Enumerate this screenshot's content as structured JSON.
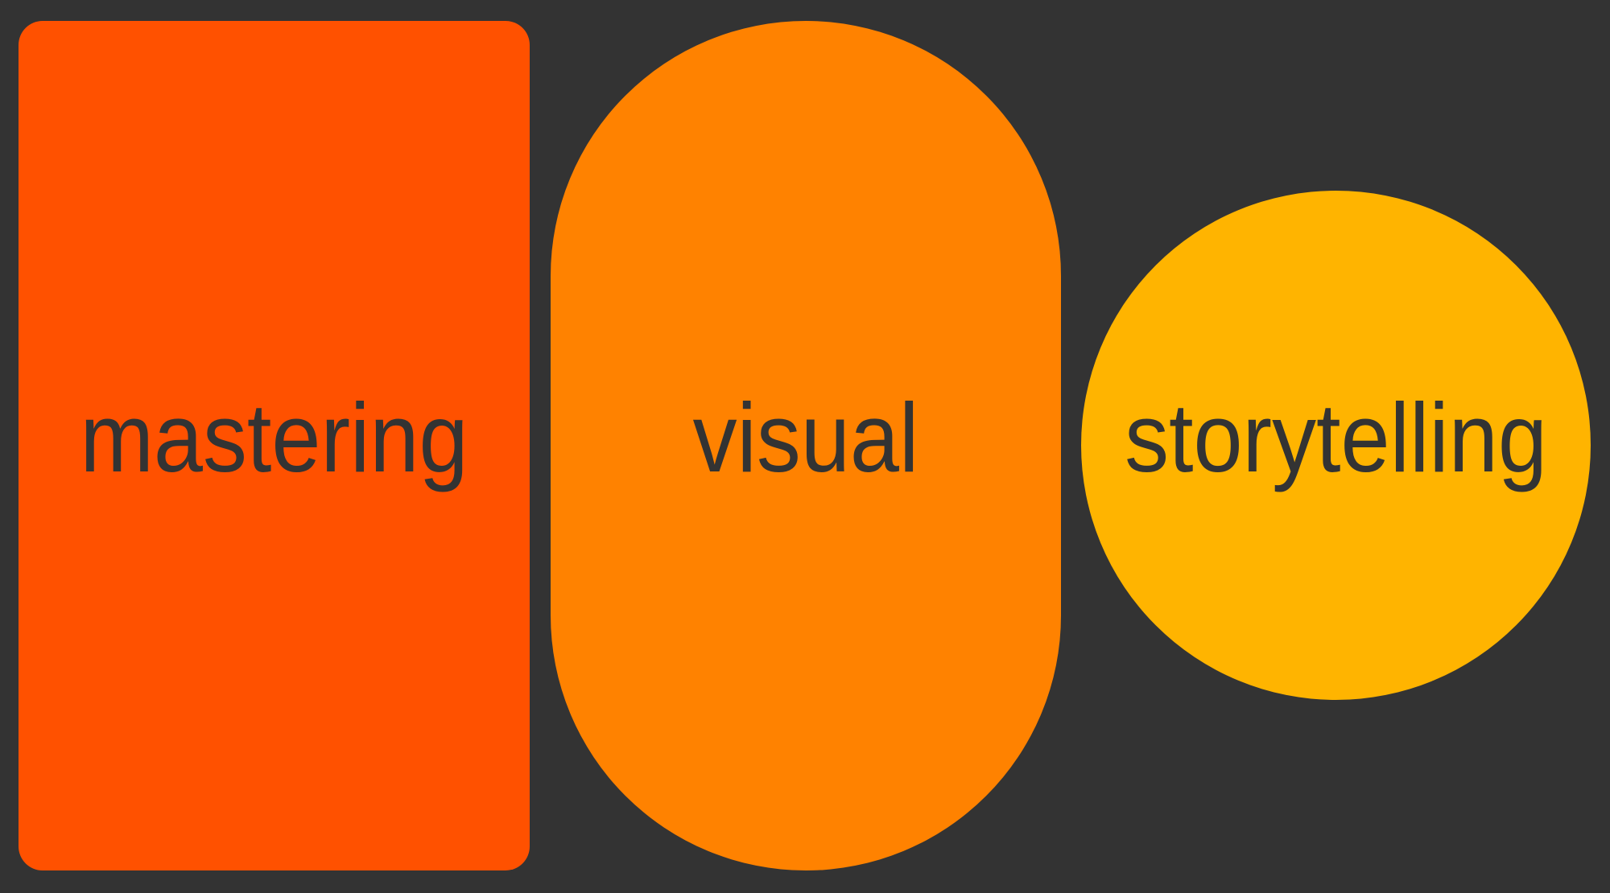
{
  "background_color": "#333333",
  "text_color": "#333333",
  "shapes": [
    {
      "type": "rounded-rectangle",
      "label": "mastering",
      "color": "#FF5100"
    },
    {
      "type": "pill",
      "label": "visual",
      "color": "#FF8200"
    },
    {
      "type": "circle",
      "label": "storytelling",
      "color": "#FFB400"
    }
  ]
}
